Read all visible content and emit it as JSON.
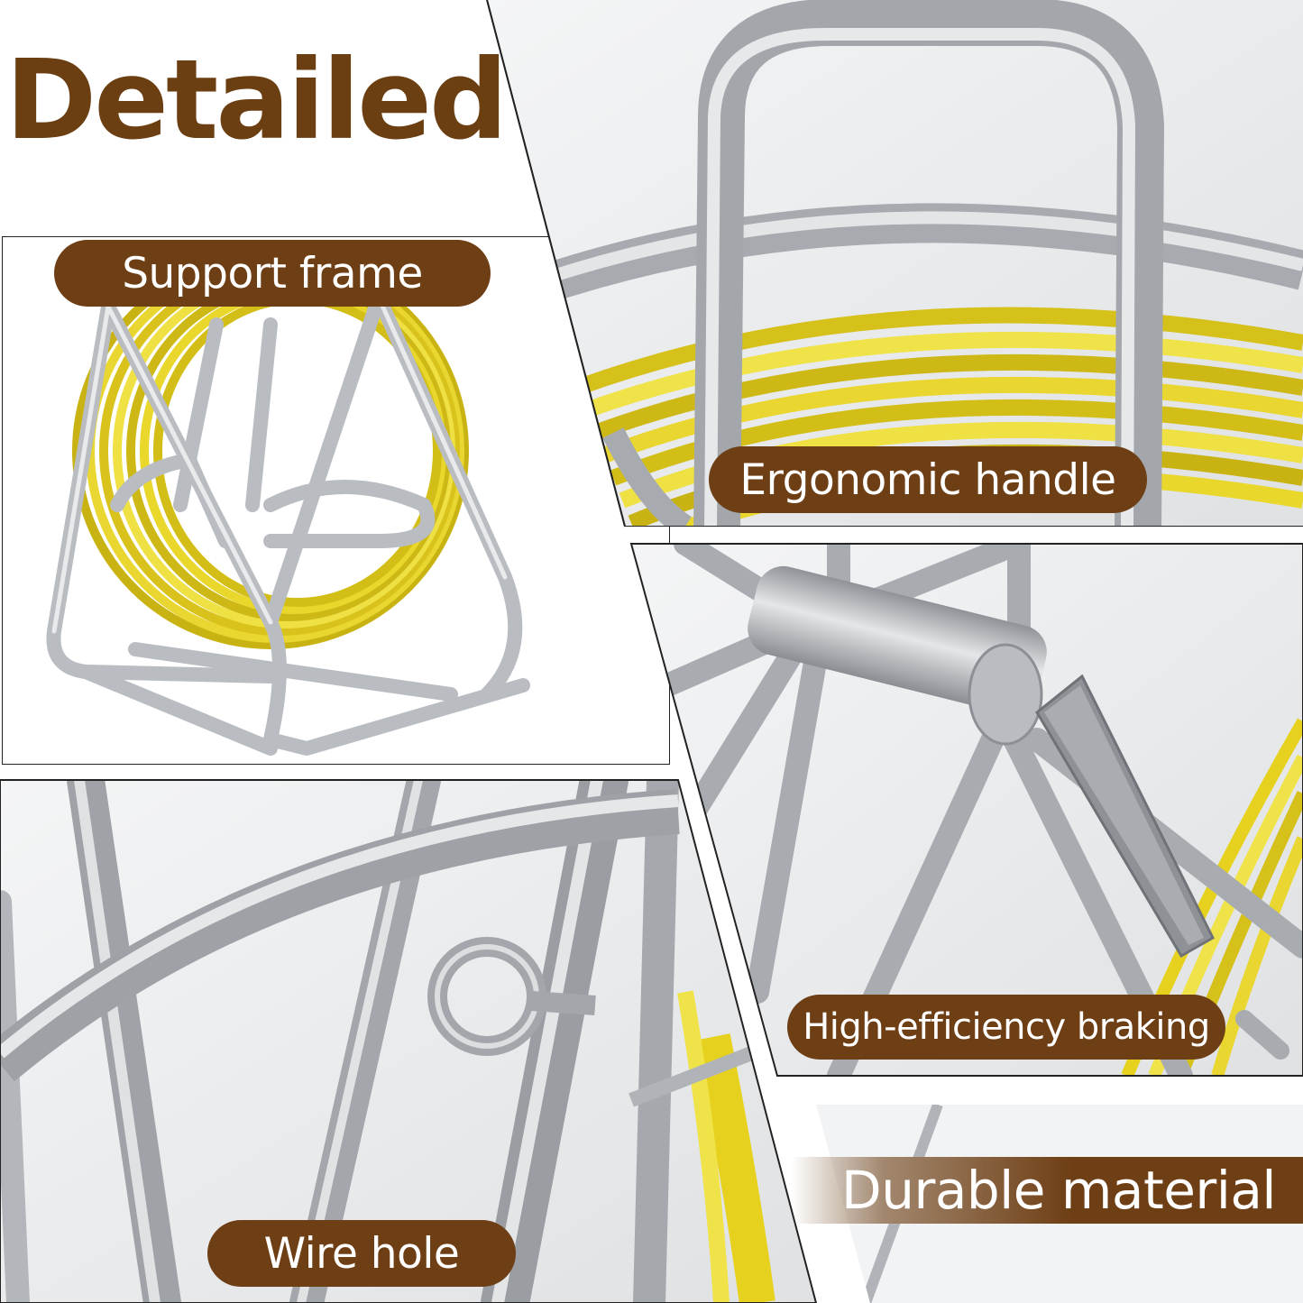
{
  "header": {
    "title": "Detailed"
  },
  "labels": {
    "support_frame": "Support frame",
    "ergonomic_handle": "Ergonomic handle",
    "high_efficiency_braking": "High-efficiency braking",
    "wire_hole": "Wire hole",
    "durable_material": "Durable material"
  },
  "colors": {
    "label_background": "#6e3e14",
    "title_text": "#6b3f12",
    "cable_yellow": "#e6d21e",
    "frame_steel": "#b4b8bc"
  }
}
